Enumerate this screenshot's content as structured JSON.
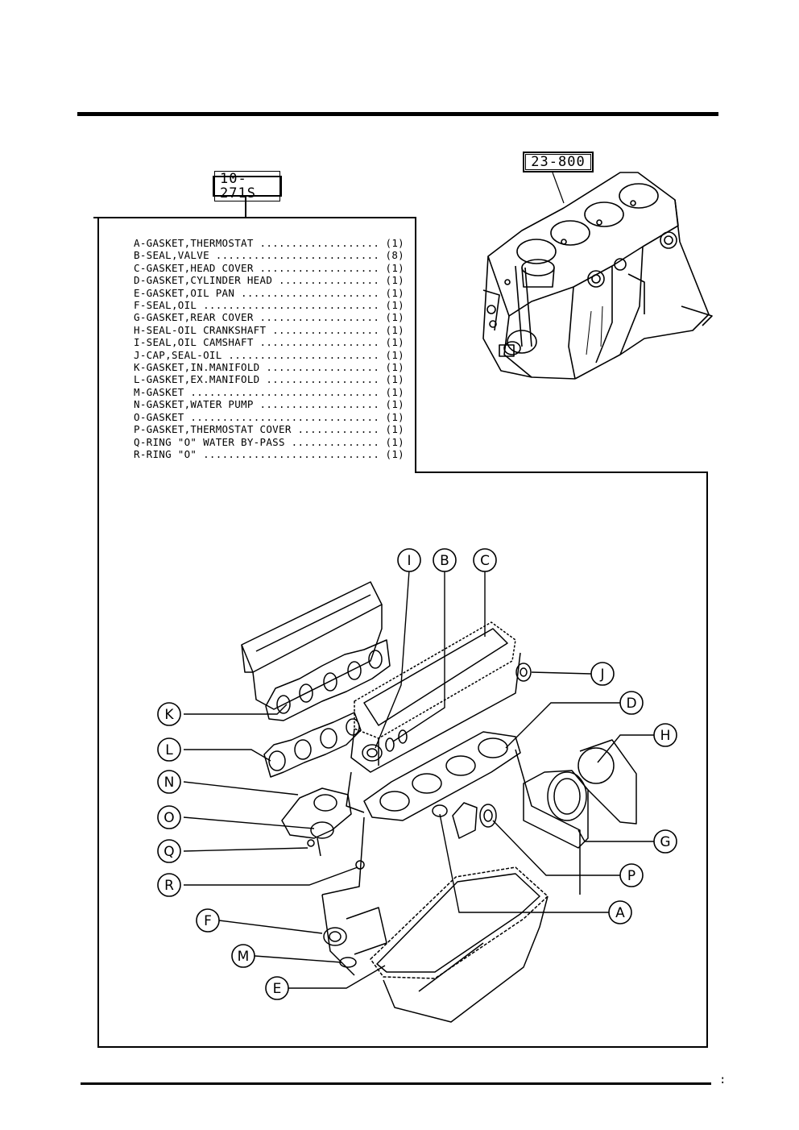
{
  "references": {
    "gasket_kit": "10-271S",
    "cylinder_block": "23-800"
  },
  "parts": [
    {
      "label": "A-GASKET,THERMOSTAT",
      "qty": "(1)"
    },
    {
      "label": "B-SEAL,VALVE",
      "qty": "(8)"
    },
    {
      "label": "C-GASKET,HEAD COVER",
      "qty": "(1)"
    },
    {
      "label": "D-GASKET,CYLINDER HEAD",
      "qty": "(1)"
    },
    {
      "label": "E-GASKET,OIL PAN",
      "qty": "(1)"
    },
    {
      "label": "F-SEAL,OIL",
      "qty": "(1)"
    },
    {
      "label": "G-GASKET,REAR COVER",
      "qty": "(1)"
    },
    {
      "label": "H-SEAL-OIL CRANKSHAFT",
      "qty": "(1)"
    },
    {
      "label": "I-SEAL,OIL CAMSHAFT",
      "qty": "(1)"
    },
    {
      "label": "J-CAP,SEAL-OIL",
      "qty": "(1)"
    },
    {
      "label": "K-GASKET,IN.MANIFOLD",
      "qty": "(1)"
    },
    {
      "label": "L-GASKET,EX.MANIFOLD",
      "qty": "(1)"
    },
    {
      "label": "M-GASKET",
      "qty": "(1)"
    },
    {
      "label": "N-GASKET,WATER PUMP",
      "qty": "(1)"
    },
    {
      "label": "O-GASKET",
      "qty": "(1)"
    },
    {
      "label": "P-GASKET,THERMOSTAT COVER",
      "qty": "(1)"
    },
    {
      "label": "Q-RING \"O\" WATER BY-PASS",
      "qty": "(1)"
    },
    {
      "label": "R-RING \"O\"",
      "qty": "(1)"
    }
  ],
  "callouts": {
    "I": "I",
    "B": "B",
    "C": "C",
    "J": "J",
    "D": "D",
    "K": "K",
    "H": "H",
    "L": "L",
    "N": "N",
    "O": "O",
    "G": "G",
    "Q": "Q",
    "P": "P",
    "R": "R",
    "A": "A",
    "F": "F",
    "M": "M",
    "E": "E"
  },
  "page_mark": ":"
}
